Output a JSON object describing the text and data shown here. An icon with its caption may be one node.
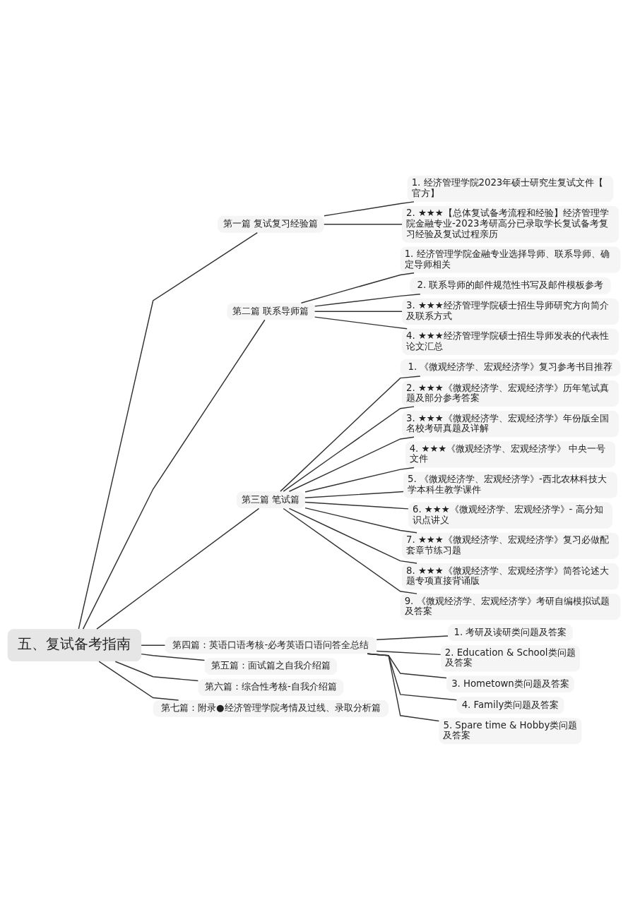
{
  "diagram": {
    "nodes": [
      {
        "text": [
          "五、复试备考指南"
        ]
      },
      {
        "text": [
          "第一篇 复试复习经验篇"
        ]
      },
      {
        "text": [
          "1. 经济管理学院2023年硕士研究生复试文件【官方】"
        ]
      },
      {
        "text": [
          "2. ★★★【总体复试备考流程和经验】经济管理学院金融专业-2023考研高分已录取学长复试备考复习经验及复试过程亲历"
        ]
      },
      {
        "text": [
          "第二篇 联系导师篇"
        ]
      },
      {
        "text": [
          "1. 经济管理学院金融专业选择导师、联系导师、确定导师相关"
        ]
      },
      {
        "text": [
          "2. 联系导师的邮件规范性书写及邮件模板参考"
        ]
      },
      {
        "text": [
          "3. ★★★经济管理学院硕士招生导师研究方向简介及联系方式"
        ]
      },
      {
        "text": [
          "4. ★★★经济管理学院硕士招生导师发表的代表性论文汇总"
        ]
      },
      {
        "text": [
          "第三篇 笔试篇"
        ]
      },
      {
        "text": [
          "1. 《微观经济学、宏观经济学》复习参考书目推荐"
        ]
      },
      {
        "text": [
          "2. ★★★《微观经济学、宏观经济学》历年笔试真题及部分参考答案"
        ]
      },
      {
        "text": [
          "3. ★★★《微观经济学、宏观经济学》年份版全国名校考研真题及详解"
        ]
      },
      {
        "text": [
          "4. ★★★《微观经济学、宏观经济学》 中央一号文件"
        ]
      },
      {
        "text": [
          "5. 《微观经济学、宏观经济学》-西北农林科技大学本科生教学课件"
        ]
      },
      {
        "text": [
          "6. ★★★《微观经济学、宏观经济学》- 高分知识点讲义"
        ]
      },
      {
        "text": [
          "7. ★★★《微观经济学、宏观经济学》复习必做配套章节练习题"
        ]
      },
      {
        "text": [
          "8. ★★★《微观经济学、宏观经济学》简答论述大题专项直接背诵版"
        ]
      },
      {
        "text": [
          "9. 《微观经济学、宏观经济学》考研自编模拟试题及答案"
        ]
      },
      {
        "text": [
          "第四篇：英语口语考核-必考英语口语问答全总结"
        ]
      },
      {
        "text": [
          "1. 考研及读研类问题及答案"
        ]
      },
      {
        "text": [
          "2. Education & School类问题及答案"
        ]
      },
      {
        "text": [
          "3. Hometown类问题及答案"
        ]
      },
      {
        "text": [
          "4. Family类问题及答案"
        ]
      },
      {
        "text": [
          "5. Spare time & Hobby类问题及答案"
        ]
      },
      {
        "text": [
          "第五篇：面试篇之自我介绍篇"
        ]
      },
      {
        "text": [
          "第六篇：综合性考核-自我介绍篇"
        ]
      },
      {
        "text": [
          "第七篇：附录●经济管理学院考情及过线、录取分析篇"
        ]
      }
    ],
    "edges": [
      {
        "from": 0,
        "to": 1,
        "arrow": "none"
      },
      {
        "from": 1,
        "to": 2,
        "arrow": "none"
      },
      {
        "from": 1,
        "to": 3,
        "arrow": "none"
      },
      {
        "from": 0,
        "to": 4,
        "arrow": "none"
      },
      {
        "from": 4,
        "to": 5,
        "arrow": "none"
      },
      {
        "from": 4,
        "to": 6,
        "arrow": "none"
      },
      {
        "from": 4,
        "to": 7,
        "arrow": "none"
      },
      {
        "from": 4,
        "to": 8,
        "arrow": "none"
      },
      {
        "from": 0,
        "to": 9,
        "arrow": "none"
      },
      {
        "from": 9,
        "to": 10,
        "arrow": "none"
      },
      {
        "from": 9,
        "to": 11,
        "arrow": "none"
      },
      {
        "from": 9,
        "to": 12,
        "arrow": "none"
      },
      {
        "from": 9,
        "to": 13,
        "arrow": "none"
      },
      {
        "from": 9,
        "to": 14,
        "arrow": "none"
      },
      {
        "from": 9,
        "to": 15,
        "arrow": "none"
      },
      {
        "from": 9,
        "to": 16,
        "arrow": "none"
      },
      {
        "from": 9,
        "to": 17,
        "arrow": "none"
      },
      {
        "from": 9,
        "to": 18,
        "arrow": "none"
      },
      {
        "from": 0,
        "to": 19,
        "arrow": "none"
      },
      {
        "from": 19,
        "to": 20,
        "arrow": "none"
      },
      {
        "from": 19,
        "to": 21,
        "arrow": "none"
      },
      {
        "from": 19,
        "to": 22,
        "arrow": "none"
      },
      {
        "from": 19,
        "to": 23,
        "arrow": "none"
      },
      {
        "from": 19,
        "to": 24,
        "arrow": "none"
      },
      {
        "from": 0,
        "to": 25,
        "arrow": "none"
      },
      {
        "from": 0,
        "to": 26,
        "arrow": "none"
      },
      {
        "from": 0,
        "to": 27,
        "arrow": "none"
      }
    ]
  }
}
